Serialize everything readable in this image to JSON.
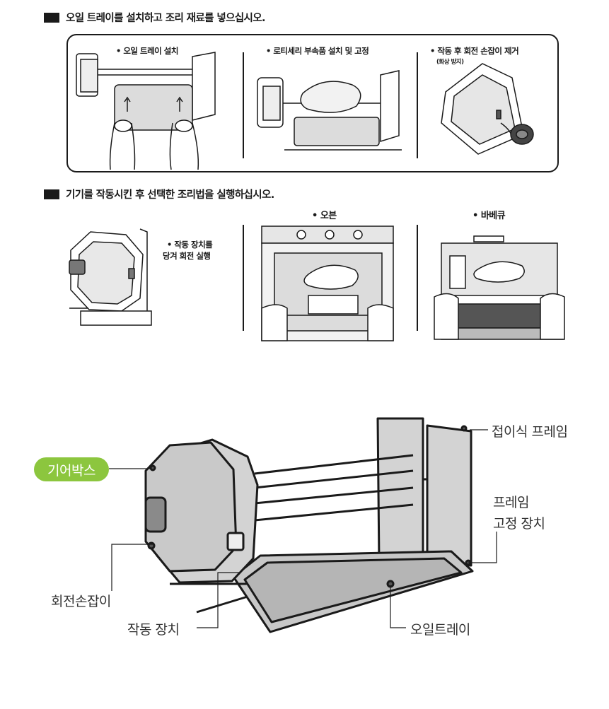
{
  "section1": {
    "title": "오일 트레이를 설치하고 조리 재료를 넣으십시오.",
    "step1": "• 오일 트레이 설치",
    "step2": "• 로티세리 부속품 설치 및 고정",
    "step3": "• 작동 후 회전 손잡이 제거",
    "step3_note": "(화상 방지)"
  },
  "section2": {
    "title": "기기를 작동시킨 후 선택한 조리법을 실행하십시오.",
    "step1_line1": "• 작동 장치를",
    "step1_line2": "당겨 회전 실행",
    "oven": "• 오븐",
    "bbq": "• 바베큐"
  },
  "diagram": {
    "gearbox": "기어박스",
    "folding_frame": "접이식 프레임",
    "frame_lock_line1": "프레임",
    "frame_lock_line2": "고정 장치",
    "rotation_knob": "회전손잡이",
    "operating_device": "작동 장치",
    "oil_tray": "오일트레이"
  },
  "colors": {
    "accent_green": "#8cc63e",
    "ink": "#1a1a1a",
    "metal": "#d3d3d3"
  }
}
